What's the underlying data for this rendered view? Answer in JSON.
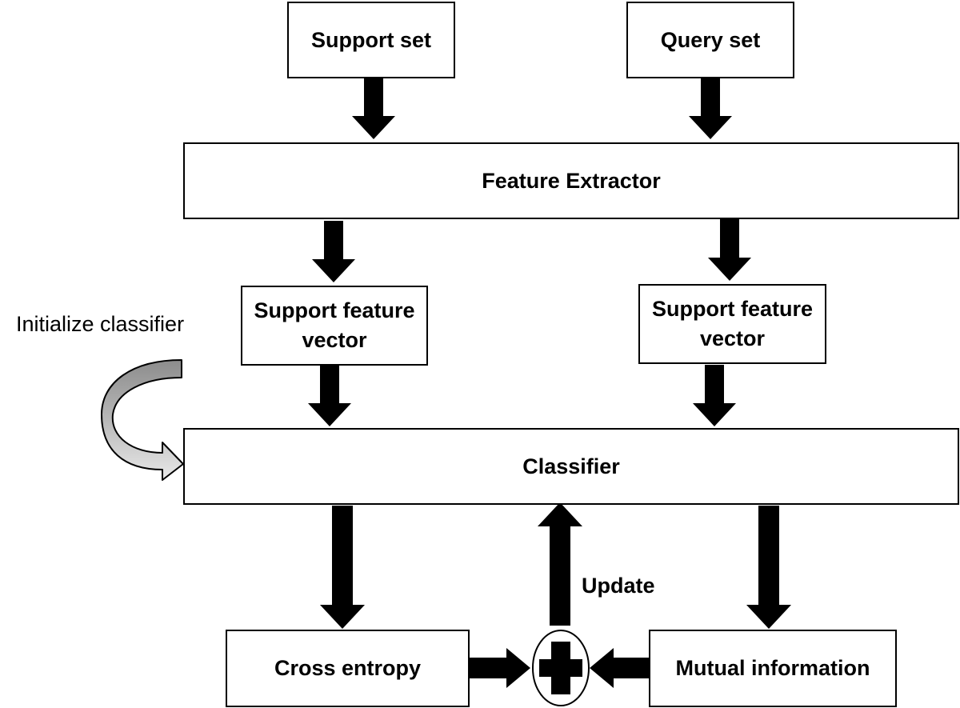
{
  "nodes": {
    "support_set": "Support set",
    "query_set": "Query set",
    "feature_extractor": "Feature Extractor",
    "support_feature_vector_left": "Support feature vector",
    "support_feature_vector_right": "Support feature vector",
    "classifier": "Classifier",
    "cross_entropy": "Cross entropy",
    "mutual_information": "Mutual information"
  },
  "labels": {
    "initialize_classifier": "Initialize classifier",
    "update": "Update"
  }
}
